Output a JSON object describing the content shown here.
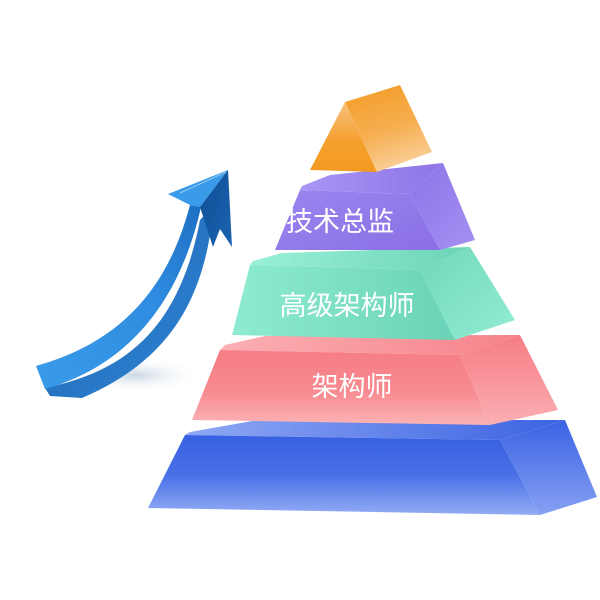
{
  "diagram": {
    "type": "pyramid",
    "levels": [
      {
        "rank": 1,
        "label": "",
        "color": "#F5A02E",
        "shape": "triangular-prism-top"
      },
      {
        "rank": 2,
        "label": "技术总监",
        "color": "#8B74E6"
      },
      {
        "rank": 3,
        "label": "高级架构师",
        "color": "#72D9BC"
      },
      {
        "rank": 4,
        "label": "架构师",
        "color": "#F67E86"
      },
      {
        "rank": 5,
        "label": "",
        "color": "#3A63E3"
      }
    ],
    "arrow": {
      "direction": "up-right",
      "color": "#2E8FE0",
      "meaning": "growth"
    }
  }
}
